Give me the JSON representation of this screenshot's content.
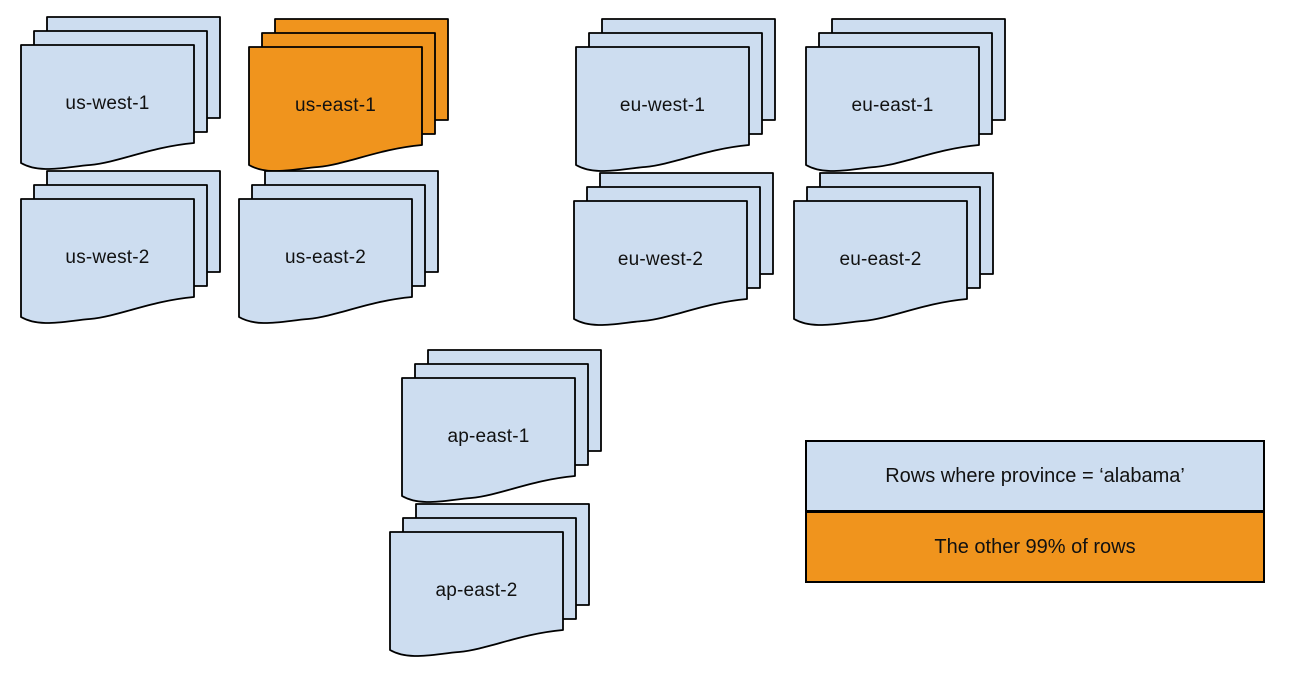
{
  "colors": {
    "region_fill": "#cdddf0",
    "highlight_fill": "#f0941d",
    "stroke": "#000000",
    "background": "#ffffff"
  },
  "regions": {
    "stacks": [
      {
        "label": "us-west-1",
        "highlighted": false
      },
      {
        "label": "us-east-1",
        "highlighted": true
      },
      {
        "label": "eu-west-1",
        "highlighted": false
      },
      {
        "label": "eu-east-1",
        "highlighted": false
      },
      {
        "label": "us-west-2",
        "highlighted": false
      },
      {
        "label": "us-east-2",
        "highlighted": false
      },
      {
        "label": "eu-west-2",
        "highlighted": false
      },
      {
        "label": "eu-east-2",
        "highlighted": false
      },
      {
        "label": "ap-east-1",
        "highlighted": false
      },
      {
        "label": "ap-east-2",
        "highlighted": false
      }
    ]
  },
  "legend": {
    "items": [
      {
        "label": "Rows where province = ‘alabama’",
        "color": "#cdddf0"
      },
      {
        "label": "The other 99% of rows",
        "color": "#f0941d"
      }
    ]
  }
}
